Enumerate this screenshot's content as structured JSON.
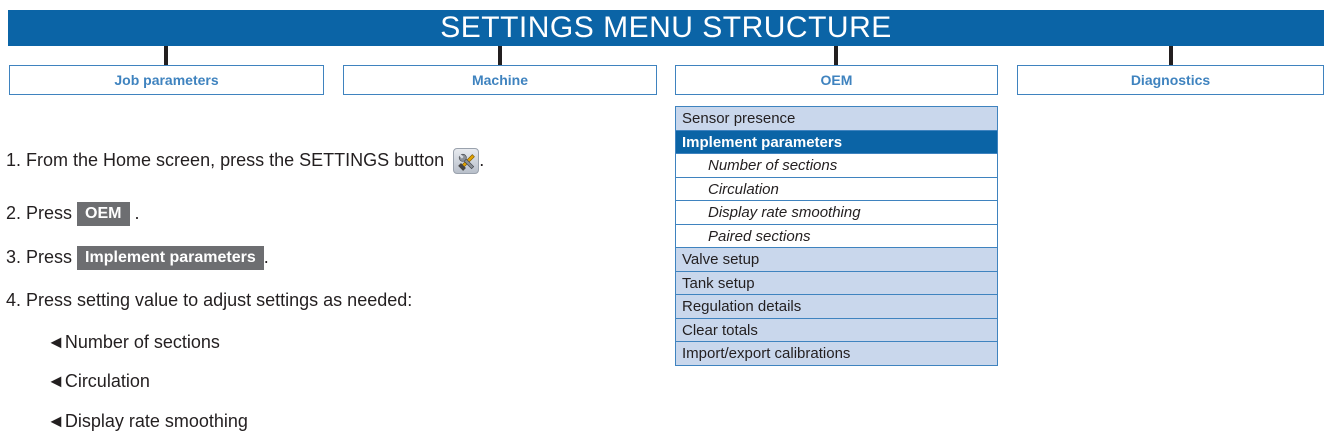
{
  "header": {
    "title": "SETTINGS MENU STRUCTURE"
  },
  "tabs": [
    {
      "label": "Job parameters"
    },
    {
      "label": "Machine"
    },
    {
      "label": "OEM"
    },
    {
      "label": "Diagnostics"
    }
  ],
  "steps": {
    "s1_text": "1. From the Home screen, press the SETTINGS button",
    "s1_end": ".",
    "s2_text": "2. Press",
    "s2_button": "OEM",
    "s2_end": ".",
    "s3_text": "3. Press",
    "s3_button": "Implement parameters",
    "s3_end": ".",
    "s4_text": "4. Press setting value to adjust settings as needed:"
  },
  "sub_items": [
    "◄Number of sections",
    "◄Circulation",
    "◄Display rate smoothing"
  ],
  "menu": [
    {
      "label": "Sensor presence",
      "state": "normal"
    },
    {
      "label": "Implement parameters",
      "state": "active"
    },
    {
      "label": "Number of sections",
      "state": "child"
    },
    {
      "label": "Circulation",
      "state": "child"
    },
    {
      "label": "Display rate smoothing",
      "state": "child"
    },
    {
      "label": "Paired sections",
      "state": "child"
    },
    {
      "label": "Valve setup",
      "state": "normal"
    },
    {
      "label": "Tank setup",
      "state": "normal"
    },
    {
      "label": "Regulation details",
      "state": "normal"
    },
    {
      "label": "Clear totals",
      "state": "normal"
    },
    {
      "label": "Import/export calibrations",
      "state": "normal"
    }
  ],
  "colors": {
    "header_bg": "#0b64a6",
    "tab_border": "#3f83bf",
    "menu_item_bg": "#c9d7ec",
    "button_chip_bg": "#6d6e71"
  }
}
